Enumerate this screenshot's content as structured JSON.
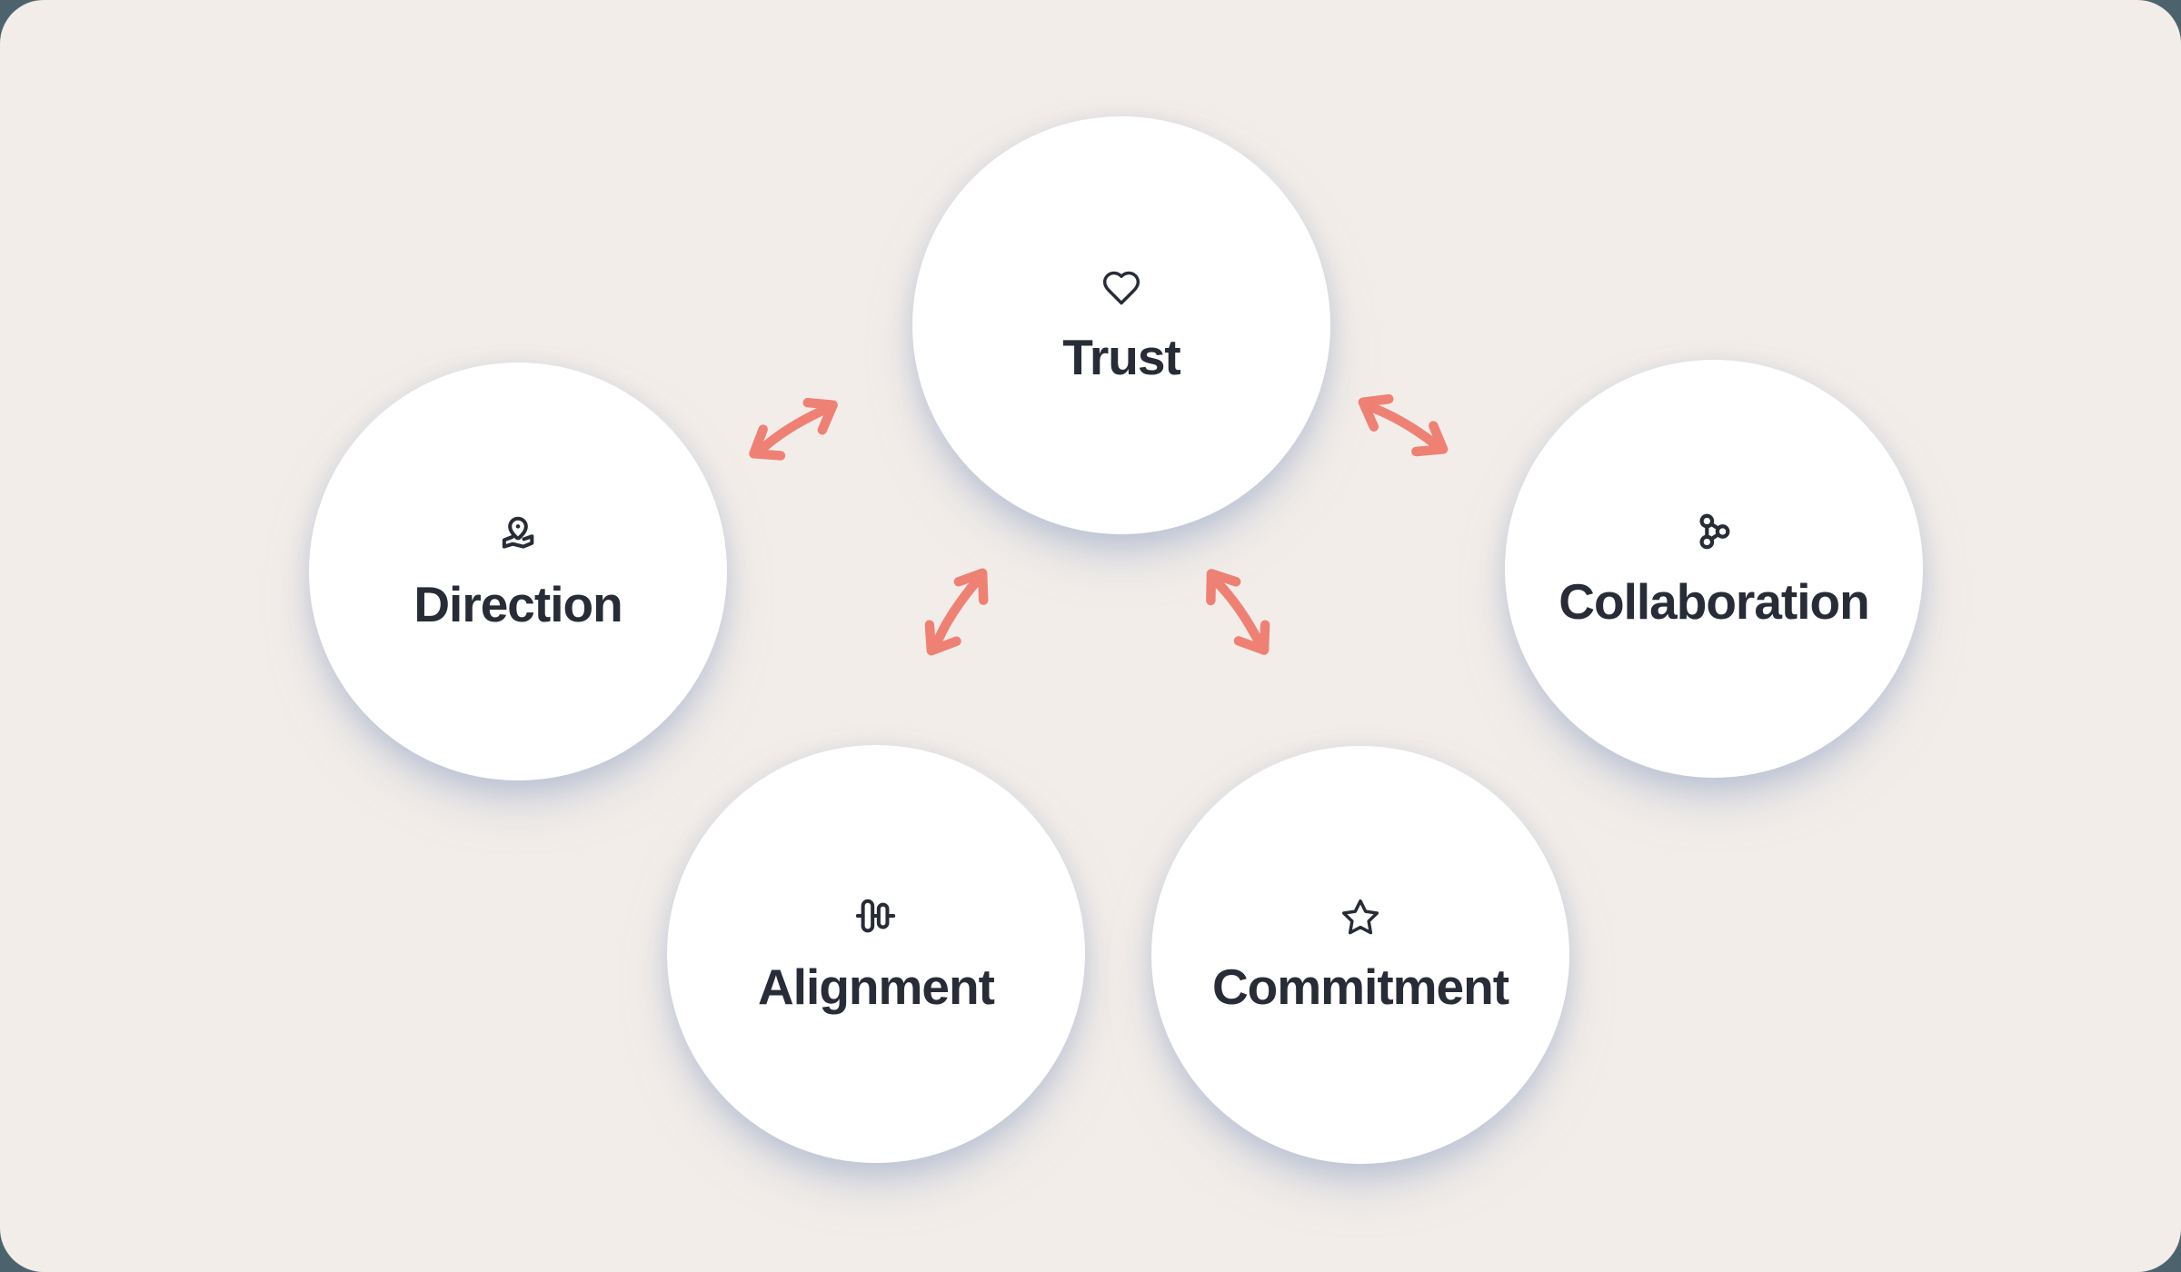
{
  "colors": {
    "page-bg": "#4C636D",
    "card-bg": "#F2EDE9",
    "node-fill": "#FFFFFF",
    "text": "#272C36",
    "arrow": "#EF8174"
  },
  "nodes": [
    {
      "id": "trust",
      "label": "Trust",
      "icon": "heart-icon"
    },
    {
      "id": "direction",
      "label": "Direction",
      "icon": "pinned-map-icon"
    },
    {
      "id": "collaboration",
      "label": "Collaboration",
      "icon": "network-nodes-icon"
    },
    {
      "id": "alignment",
      "label": "Alignment",
      "icon": "sliders-capsules-icon"
    },
    {
      "id": "commitment",
      "label": "Commitment",
      "icon": "star-icon"
    }
  ],
  "connections": [
    {
      "from": "Direction",
      "to": "Trust",
      "style": "double-headed-arrow"
    },
    {
      "from": "Trust",
      "to": "Collaboration",
      "style": "double-headed-arrow"
    },
    {
      "from": "Trust",
      "to": "Alignment",
      "style": "double-headed-arrow"
    },
    {
      "from": "Trust",
      "to": "Commitment",
      "style": "double-headed-arrow"
    }
  ]
}
